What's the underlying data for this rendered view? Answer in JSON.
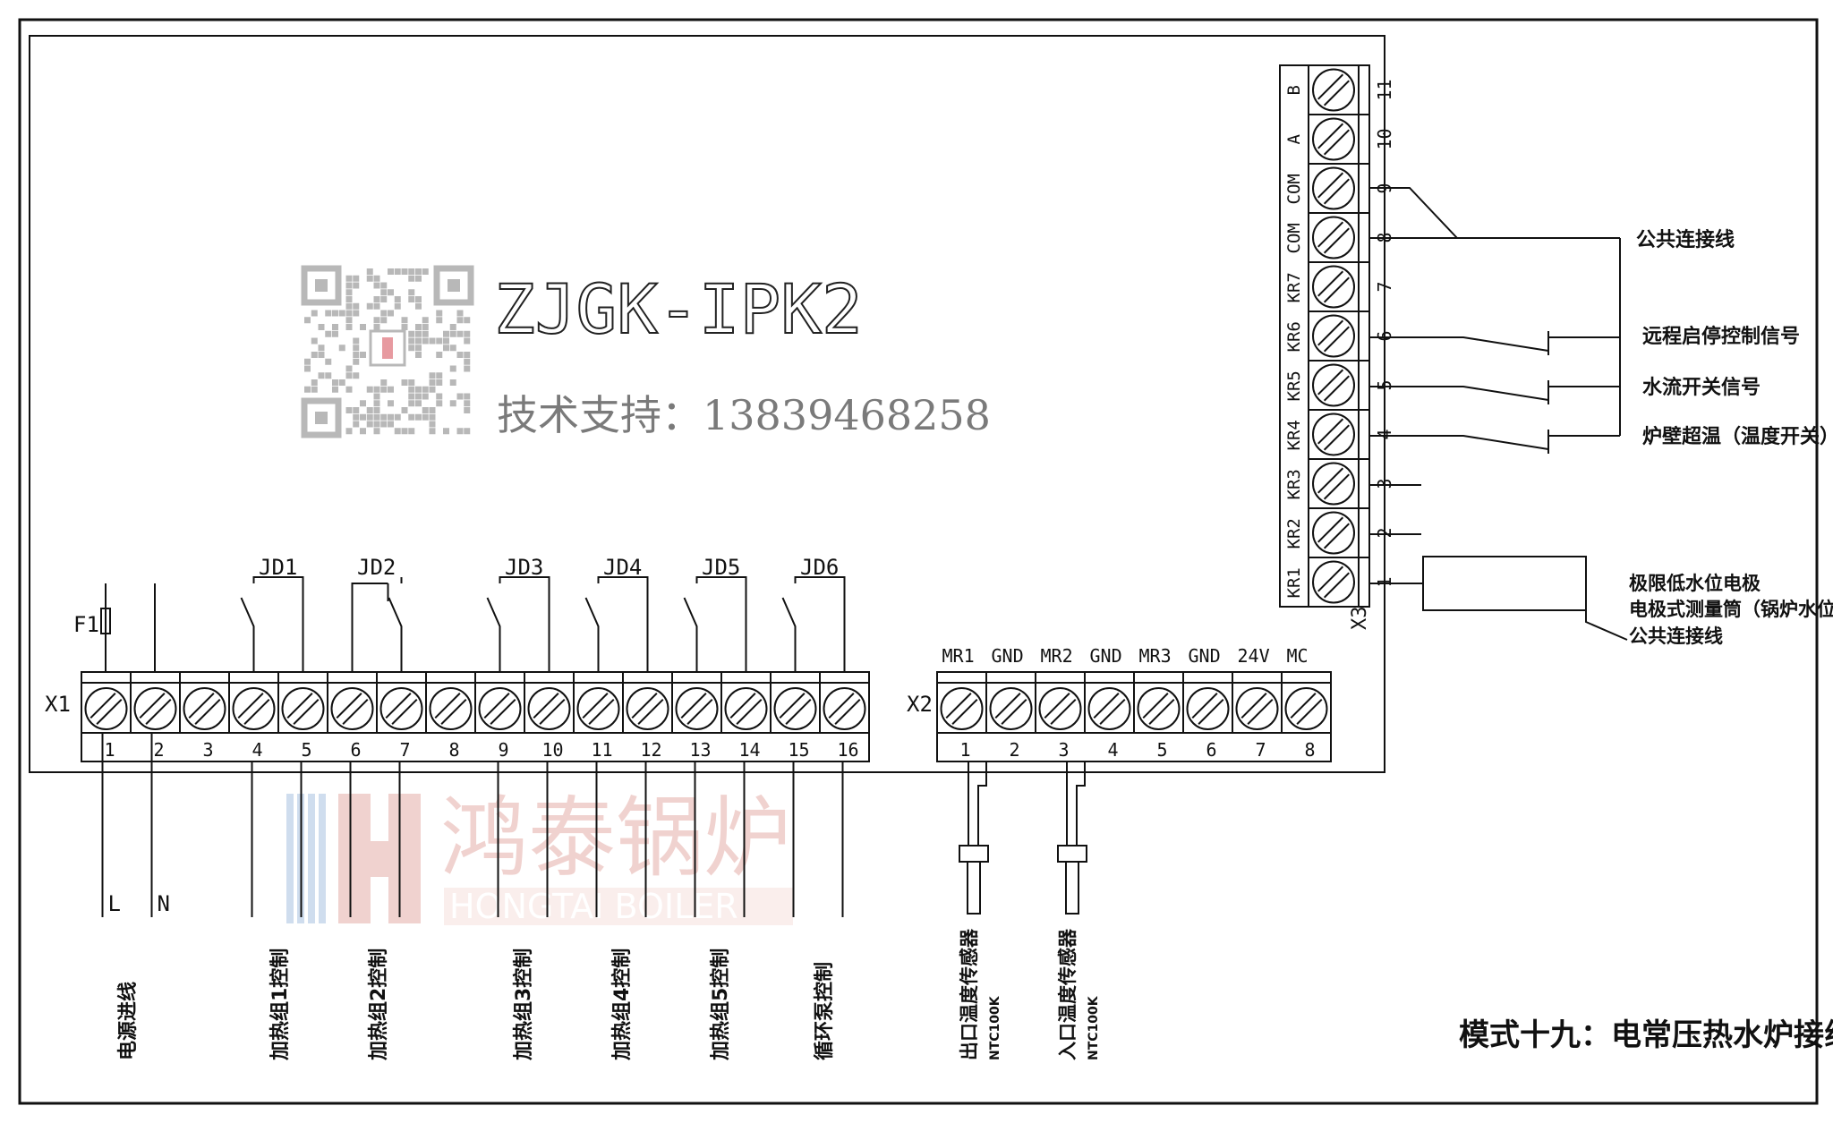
{
  "model": "ZJGK-IPK2",
  "support": "技术支持：13839468258",
  "caption": "模式十九：电常压热水炉接线图",
  "watermark": {
    "cn": "鸿泰锅炉",
    "en": "HONGTAI BOILER"
  },
  "fuse": "F1",
  "x1": {
    "name": "X1",
    "numbers": [
      "1",
      "2",
      "3",
      "4",
      "5",
      "6",
      "7",
      "8",
      "9",
      "10",
      "11",
      "12",
      "13",
      "14",
      "15",
      "16"
    ],
    "relays": [
      "JD1",
      "JD2",
      "JD3",
      "JD4",
      "JD5",
      "JD6"
    ],
    "line_labels": [
      "L",
      "N"
    ],
    "functions": [
      "电源进线",
      "加热组1控制",
      "加热组2控制",
      "加热组3控制",
      "加热组4控制",
      "加热组5控制",
      "循环泵控制"
    ]
  },
  "x2": {
    "name": "X2",
    "labels": [
      "MR1",
      "GND",
      "MR2",
      "GND",
      "MR3",
      "GND",
      "24V",
      "MC"
    ],
    "numbers": [
      "1",
      "2",
      "3",
      "4",
      "5",
      "6",
      "7",
      "8"
    ],
    "sensors": [
      {
        "name": "出口温度传感器",
        "type": "NTC100K"
      },
      {
        "name": "入口温度传感器",
        "type": "NTC100K"
      }
    ]
  },
  "x3": {
    "name": "X3",
    "labels": [
      "B",
      "A",
      "COM",
      "COM",
      "KR7",
      "KR6",
      "KR5",
      "KR4",
      "KR3",
      "KR2",
      "KR1"
    ],
    "numbers": [
      "11",
      "10",
      "9",
      "8",
      "7",
      "6",
      "5",
      "4",
      "3",
      "2",
      "1"
    ],
    "signals": [
      "公共连接线",
      "远程启停控制信号",
      "水流开关信号",
      "炉壁超温（温度开关）"
    ],
    "electrode": [
      "极限低水位电极",
      "电极式测量筒（锅炉水位）",
      "公共连接线"
    ]
  }
}
